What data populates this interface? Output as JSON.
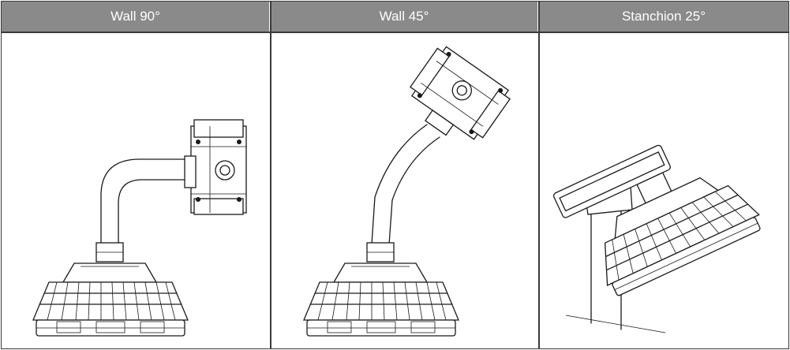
{
  "table": {
    "columns": [
      {
        "label": "Wall 90°"
      },
      {
        "label": "Wall 45°"
      },
      {
        "label": "Stanchion 25°"
      }
    ]
  }
}
